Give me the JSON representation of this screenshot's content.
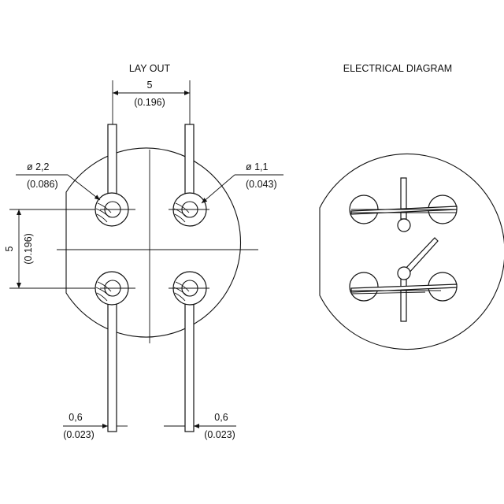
{
  "layout_title": "LAY OUT",
  "diagram_title": "ELECTRICAL DIAGRAM",
  "dims": {
    "pitch_top": "5",
    "pitch_top_in": "(0.196)",
    "pitch_left": "5",
    "pitch_left_in": "(0.196)",
    "hole_large": "ø 2,2",
    "hole_large_in": "(0.086)",
    "hole_small": "ø 1,1",
    "hole_small_in": "(0.043)",
    "pin_left": "0,6",
    "pin_left_in": "(0.023)",
    "pin_right": "0,6",
    "pin_right_in": "(0.023)"
  }
}
